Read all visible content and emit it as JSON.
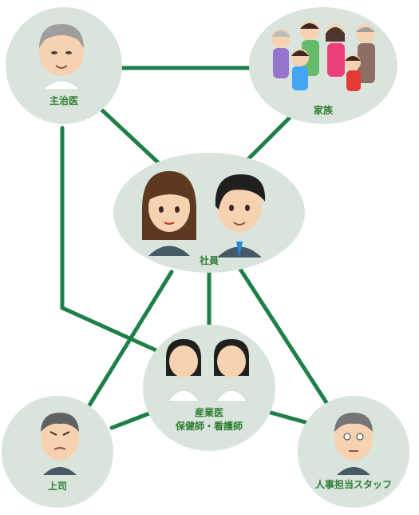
{
  "nodes": {
    "doctor": "主治医",
    "family": "家族",
    "employee": "社員",
    "occupational_health_line1": "産業医",
    "occupational_health_line2": "保健師・看護師",
    "boss": "上司",
    "hr_staff": "人事担当スタッフ"
  },
  "colors": {
    "bubble": "#d9e4dc",
    "line": "#1e8048",
    "label": "#2e7d32"
  }
}
